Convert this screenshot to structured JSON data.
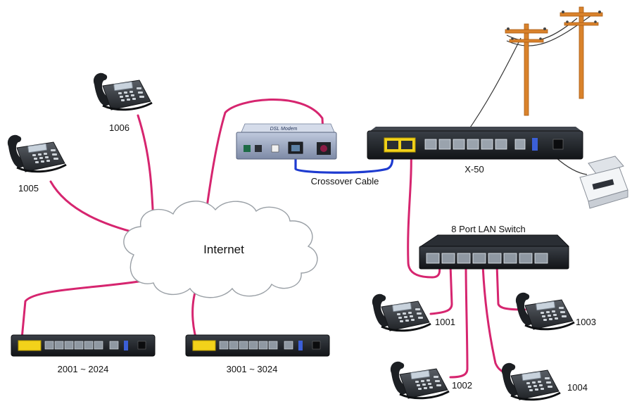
{
  "cloud": {
    "label": "Internet"
  },
  "phones": {
    "p1005": "1005",
    "p1006": "1006",
    "p1001": "1001",
    "p1002": "1002",
    "p1003": "1003",
    "p1004": "1004"
  },
  "devices": {
    "dsl_modem": "DSL Modem",
    "x50": "X-50",
    "switch": "8 Port LAN Switch",
    "pbx_2001": "2001 ~ 2024",
    "pbx_3001": "3001 ~ 3024"
  },
  "cables": {
    "crossover": "Crossover Cable"
  },
  "colors": {
    "ethernet": "#d6256f",
    "crossover": "#1e3bd0",
    "pole": "#d9822b"
  }
}
